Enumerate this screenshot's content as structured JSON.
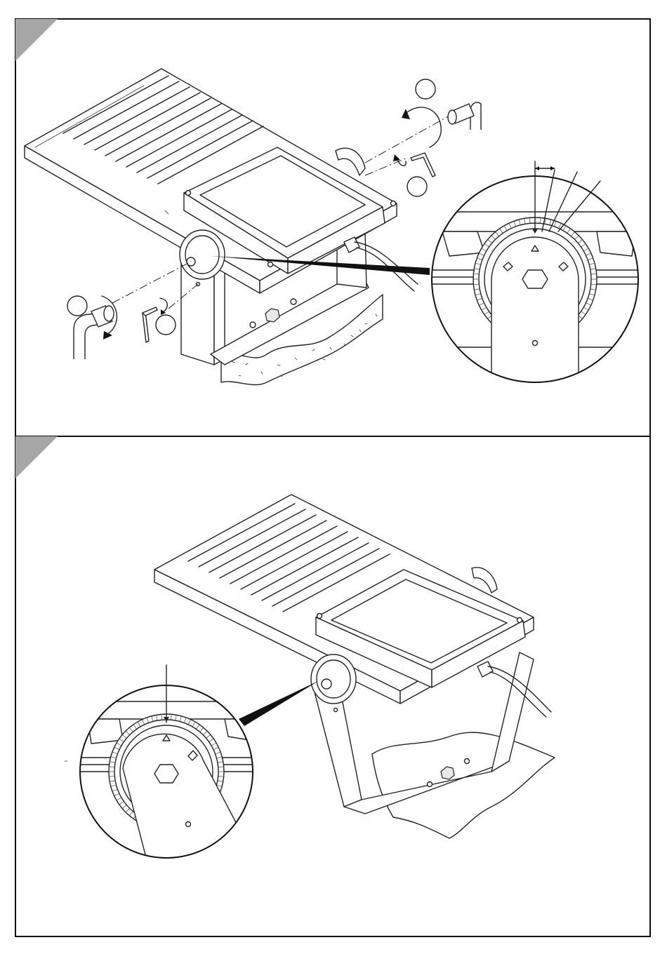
{
  "page": {
    "background": "#ffffff",
    "frame_color": "#111111",
    "corner_marker_color": "#a6a6a6"
  },
  "panels": [
    {
      "id": "top",
      "description_items": [
        "tilted-floodlight",
        "allen-key",
        "socket-wrench",
        "yoke-bracket",
        "concrete-base",
        "angle-scale-detail"
      ]
    },
    {
      "id": "bottom",
      "description_items": [
        "tilted-floodlight",
        "yoke-bracket",
        "ground-base",
        "zero-mark-detail"
      ]
    }
  ]
}
